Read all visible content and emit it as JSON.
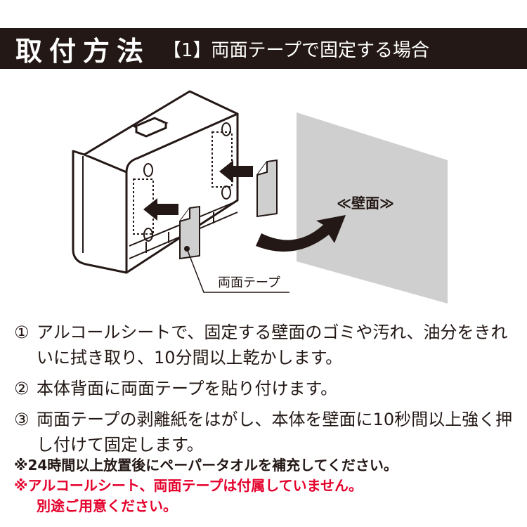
{
  "header": {
    "title": "取付方法",
    "subtitle": "【1】両面テープで固定する場合"
  },
  "illustration": {
    "wall_label": "≪壁面≫",
    "tape_label": "両面テープ"
  },
  "steps": [
    {
      "num": "①",
      "text": "アルコールシートで、固定する壁面のゴミや汚れ、油分をきれいに拭き取り、10分間以上乾かします。"
    },
    {
      "num": "②",
      "text": "本体背面に両面テープを貼り付けます。"
    },
    {
      "num": "③",
      "text": "両面テープの剥離紙をはがし、本体を壁面に10秒間以上強く押し付けて固定します。"
    }
  ],
  "notes": {
    "note1": "※24時間以上放置後にペーパータオルを補充してください。",
    "note2_line1": "※アルコールシート、両面テープは付属していません。",
    "note2_line2": "別途ご用意ください。"
  },
  "colors": {
    "header_bg": "#231815",
    "text": "#231815",
    "warning": "#e4002b",
    "wall": "#cfcfcf"
  }
}
